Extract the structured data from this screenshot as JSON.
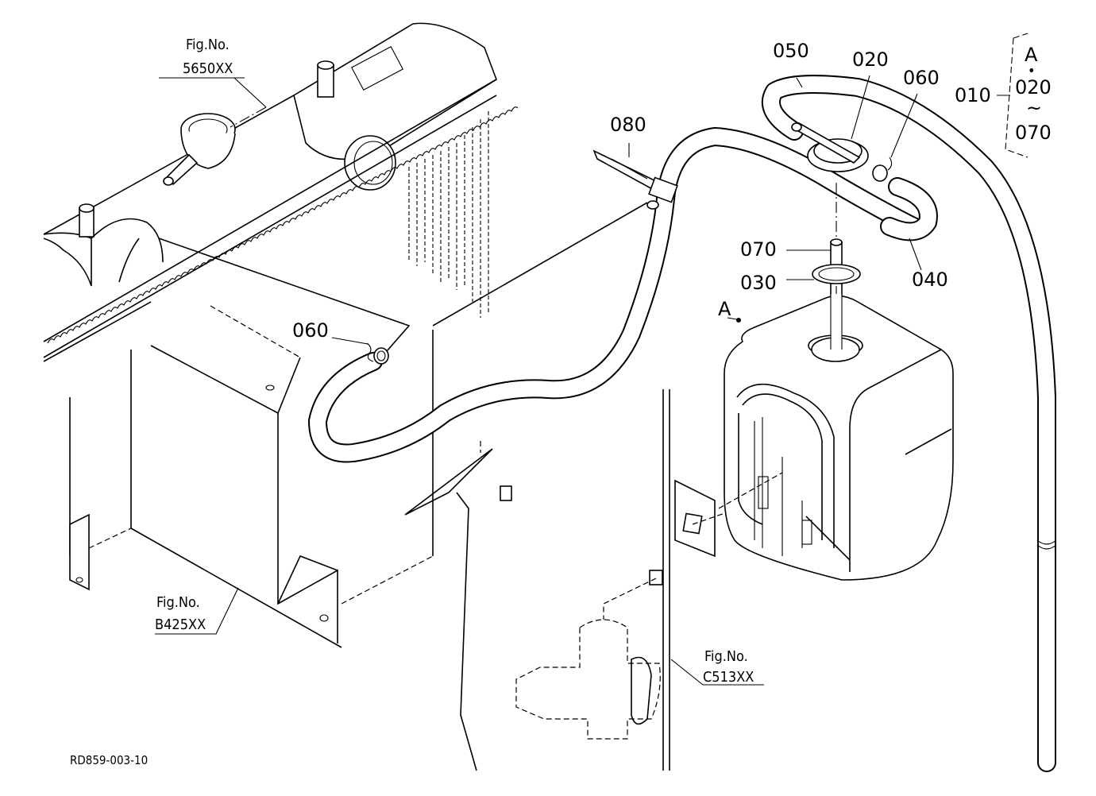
{
  "labels": {
    "p010": "010",
    "p020": "020",
    "p030": "030",
    "p040": "040",
    "p050": "050",
    "p060a": "060",
    "p060b": "060",
    "p070": "070",
    "p080": "080",
    "assembly_a": "A"
  },
  "bracket": {
    "letter": "A",
    "dot": "•",
    "from": "020",
    "tilde": "~",
    "to": "070"
  },
  "fig_refs": [
    {
      "title": "Fig.No.",
      "number": "5650XX"
    },
    {
      "title": "Fig.No.",
      "number": "B425XX"
    },
    {
      "title": "Fig.No.",
      "number": "C513XX"
    }
  ],
  "drawing_number": "RD859-003-10"
}
